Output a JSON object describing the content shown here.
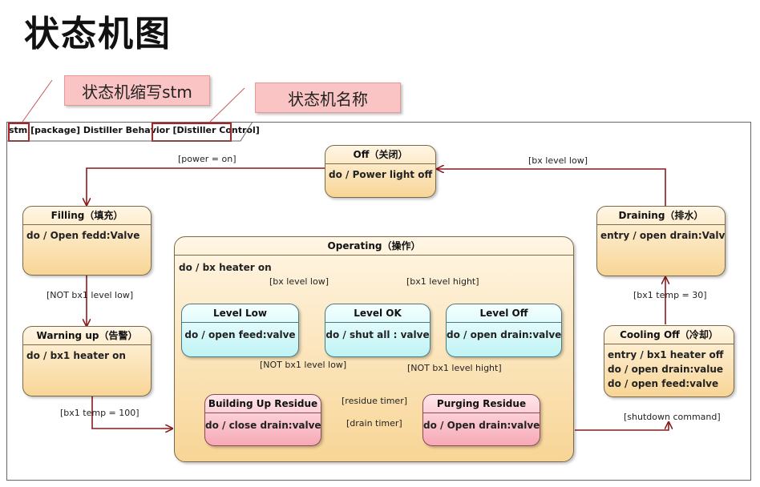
{
  "page_title": "状态机图",
  "callouts": {
    "abbrev": "状态机缩写stm",
    "name": "状态机名称"
  },
  "frame": {
    "keyword": "stm",
    "middle": " [package] Distiller Behavior ",
    "name": "[Distiller Control]"
  },
  "states": {
    "off": {
      "name": "Off（关闭）",
      "activity": "do / Power light off"
    },
    "filling": {
      "name": "Filling（填充）",
      "activity": "do / Open fedd:Valve"
    },
    "warning": {
      "name": "Warning up（告警）",
      "activity": "do / bx1 heater on"
    },
    "draining": {
      "name": "Draining（排水）",
      "activity": "entry / open drain:Valve"
    },
    "cooling": {
      "name": "Cooling Off（冷却）",
      "activities": [
        "entry / bx1 heater off",
        "do / open drain:value",
        "do / open feed:valve"
      ]
    },
    "operating": {
      "name": "Operating（操作）",
      "activity": "do / bx heater on"
    },
    "level_low": {
      "name": "Level Low",
      "activity": "do / open feed:valve"
    },
    "level_ok": {
      "name": "Level OK",
      "activity": "do / shut all : valve"
    },
    "level_off": {
      "name": "Level Off",
      "activity": "do / open drain:valve"
    },
    "building": {
      "name": "Building Up Residue",
      "activity": "do / close drain:valve"
    },
    "purging": {
      "name": "Purging Residue",
      "activity": "do / Open drain:valve"
    }
  },
  "transitions": {
    "power_on": "[power = on]",
    "bx_level_low_top": "[bx level low]",
    "not_bx1_level_low": "[NOT bx1 level low]",
    "bx1_temp_100": "[bx1 temp = 100]",
    "bx1_temp_30": "[bx1 temp = 30]",
    "shutdown": "[shutdown command]",
    "inner_bx_level_low": "[bx level low]",
    "inner_bx1_level_hight": "[bx1 level hight]",
    "inner_not_bx1_level_low": "[NOT bx1 level low]",
    "inner_not_bx1_level_hight": "[NOT bx1 level hight]",
    "residue_timer": "[residue timer]",
    "drain_timer": "[drain timer]"
  },
  "colors": {
    "arrow": "#8b1a1a",
    "callout_fill": "#fbc4c4",
    "state_fill": "#f8d596",
    "cyan_fill": "#bff3f5",
    "pink_fill": "#f6a9b6"
  }
}
